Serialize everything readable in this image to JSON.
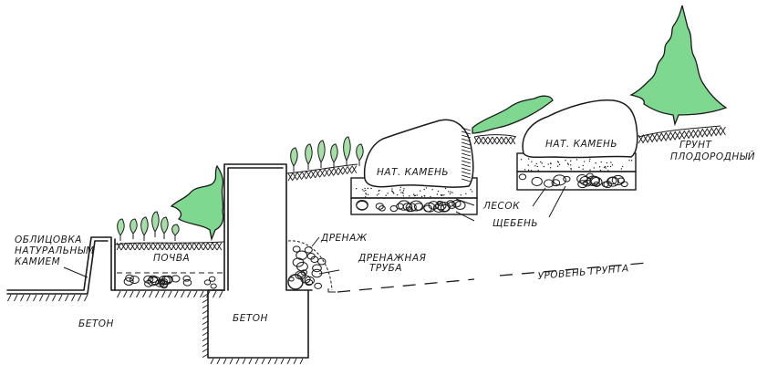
{
  "diagram": {
    "title": "Terraced slope cross-section with retaining walls",
    "colors": {
      "line": "#1a1a1a",
      "foliage": "#7fd88f",
      "background": "#ffffff"
    },
    "labels": {
      "cladding_line1": "ОБЛИЦОВКА",
      "cladding_line2": "НАТУРАЛЬНЫМ",
      "cladding_line3": "КАМИЕМ",
      "soil": "ПОЧВА",
      "concrete_left": "БЕТОН",
      "concrete_right": "БЕТОН",
      "drainage": "ДРЕНАЖ",
      "drain_pipe_line1": "ДРЕНАЖНАЯ",
      "drain_pipe_line2": "ТРУБА",
      "ground_level": "УРОВЕНЬ ГРУНТА",
      "stone_1": "НАТ. КАМЕНЬ",
      "stone_2": "НАТ. КАМЕНЬ",
      "sand": "ЛЕСОК",
      "gravel": "ЩЕБЕНЬ",
      "fertile_soil_line1": "ГРУНТ",
      "fertile_soil_line2": "ПЛОДОРОДНЫЙ"
    }
  }
}
